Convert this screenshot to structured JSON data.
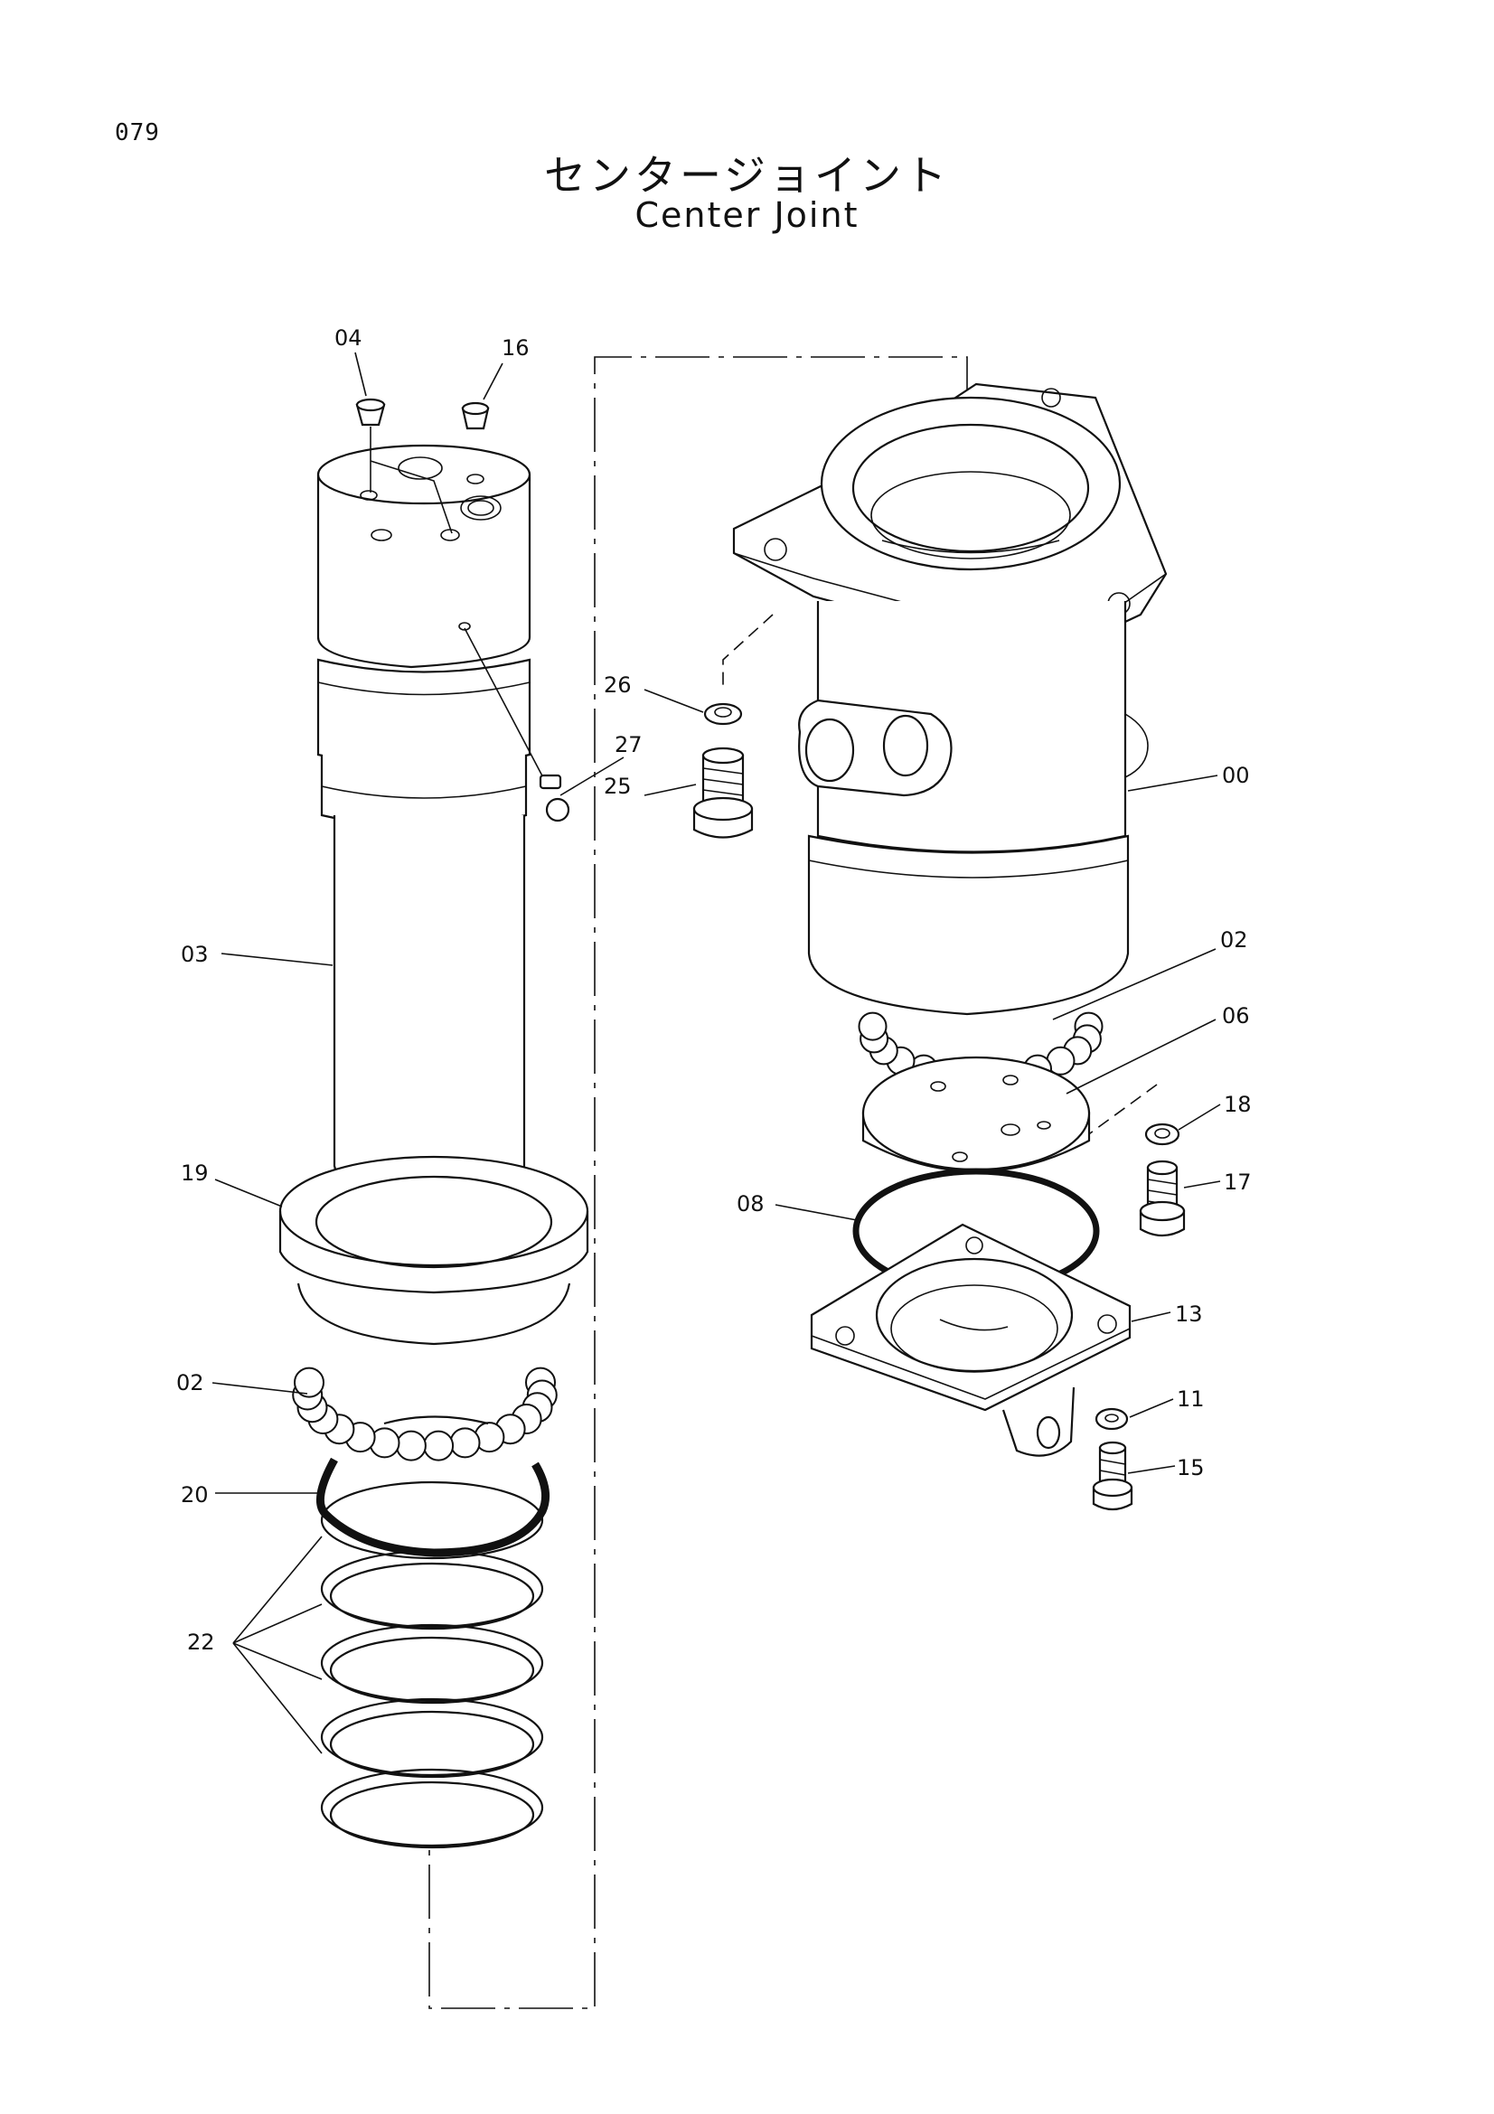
{
  "page_number": "079",
  "title_jp": "センタージョイント",
  "title_en": "Center Joint",
  "callouts": [
    {
      "id": "c04",
      "text": "04"
    },
    {
      "id": "c16",
      "text": "16"
    },
    {
      "id": "c26",
      "text": "26"
    },
    {
      "id": "c27",
      "text": "27"
    },
    {
      "id": "c25",
      "text": "25"
    },
    {
      "id": "c00",
      "text": "00"
    },
    {
      "id": "c03",
      "text": "03"
    },
    {
      "id": "c02a",
      "text": "02"
    },
    {
      "id": "c06",
      "text": "06"
    },
    {
      "id": "c18",
      "text": "18"
    },
    {
      "id": "c17",
      "text": "17"
    },
    {
      "id": "c19",
      "text": "19"
    },
    {
      "id": "c08",
      "text": "08"
    },
    {
      "id": "c13",
      "text": "13"
    },
    {
      "id": "c02b",
      "text": "02"
    },
    {
      "id": "c11",
      "text": "11"
    },
    {
      "id": "c15",
      "text": "15"
    },
    {
      "id": "c20",
      "text": "20"
    },
    {
      "id": "c22",
      "text": "22"
    }
  ]
}
